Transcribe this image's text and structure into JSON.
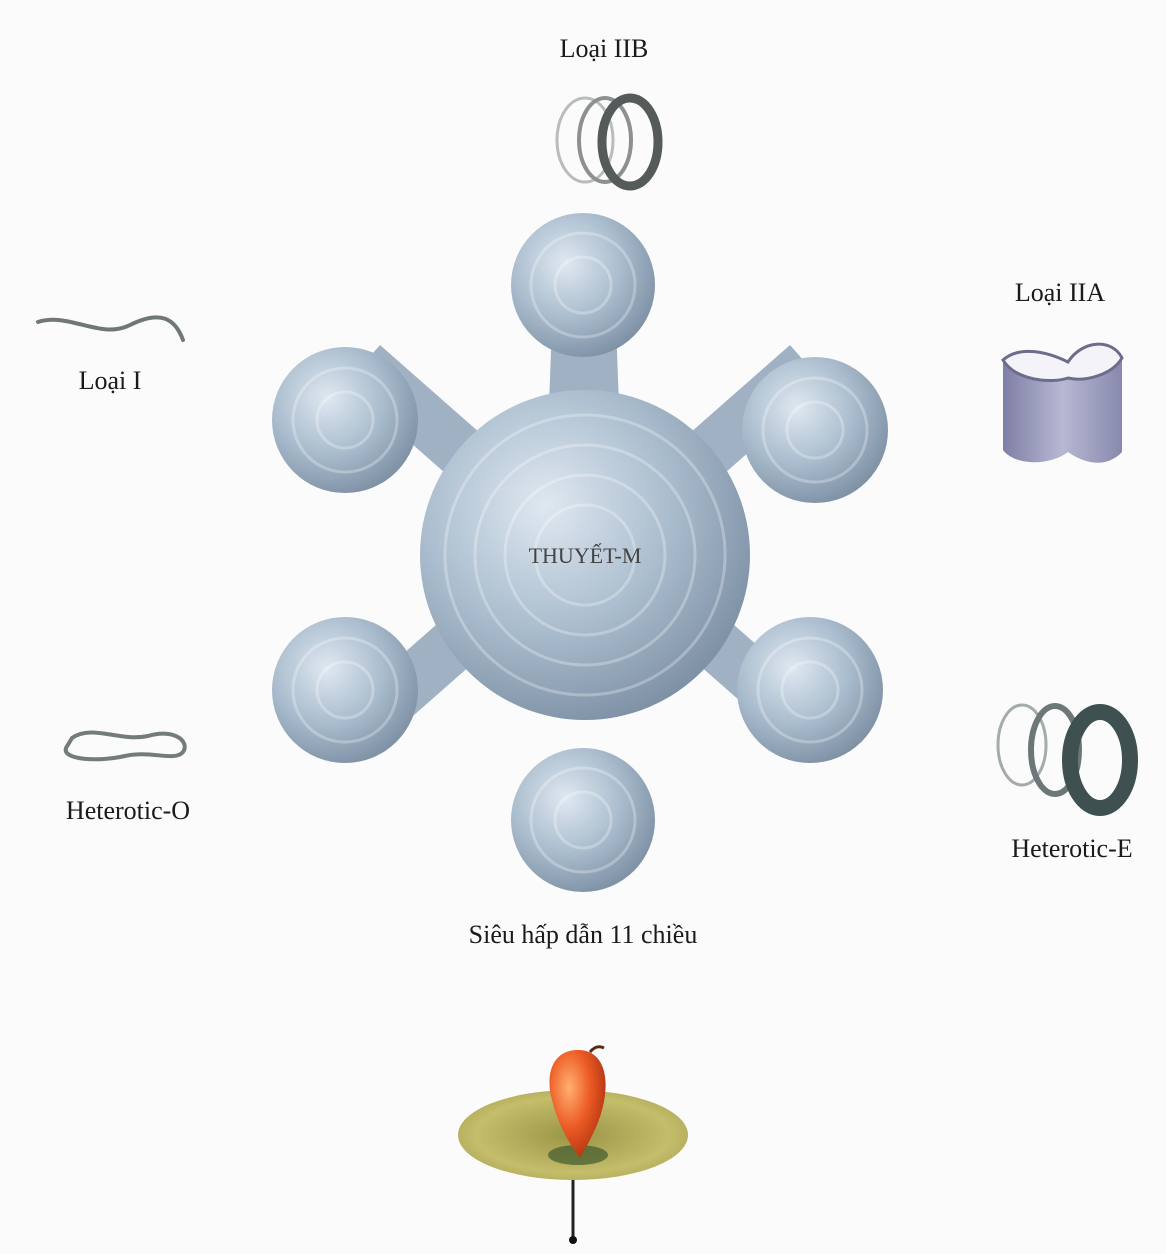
{
  "diagram": {
    "center_label": "THUYẾT-M",
    "theories": {
      "type_iib": "Loại IIB",
      "type_iia": "Loại IIA",
      "type_i": "Loại I",
      "heterotic_o": "Heterotic-O",
      "heterotic_e": "Heterotic-E",
      "supergravity": "Siêu hấp dẫn 11 chiều"
    }
  },
  "colors": {
    "background": "#fbfbfb",
    "sphere": "#9fb1c3",
    "sphere_dark": "#7f92a6",
    "membrane": "#9a9ab8",
    "apple": "#e8562a",
    "disc": "#b8b25a",
    "ring_dark": "#3e5050"
  }
}
